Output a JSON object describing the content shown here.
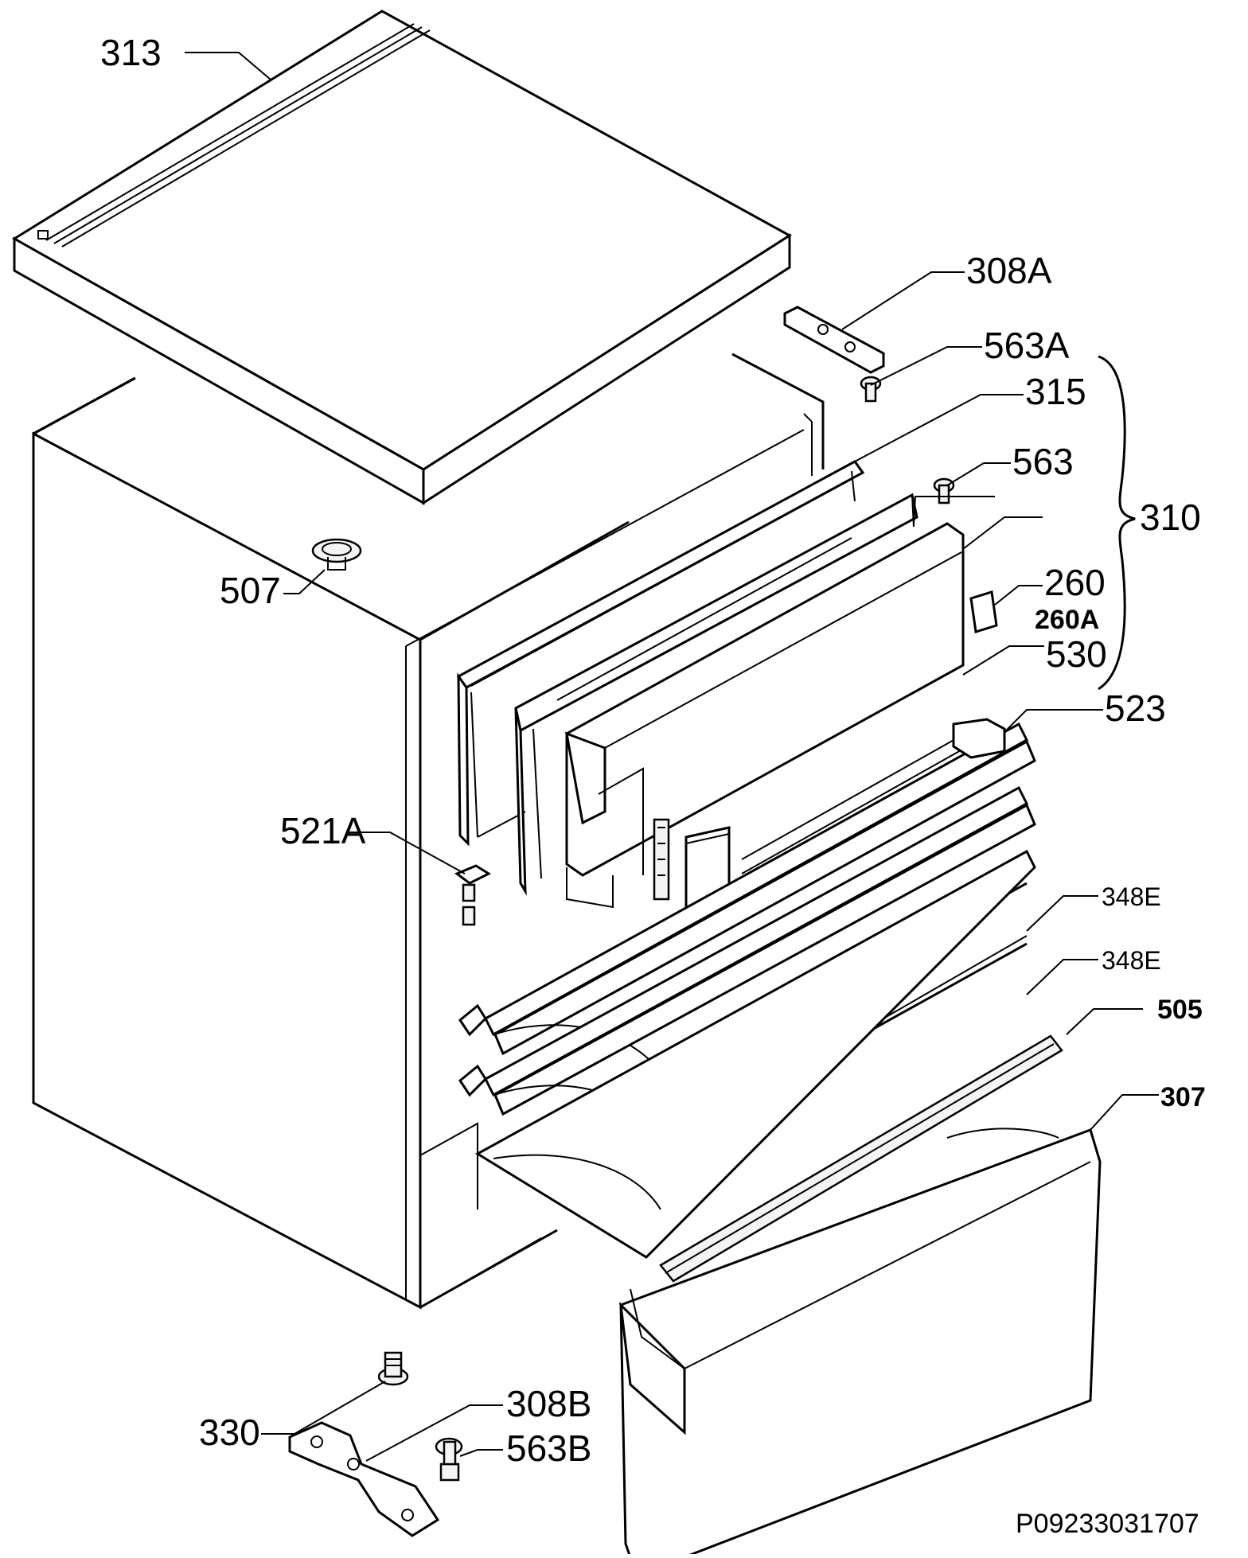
{
  "diagram": {
    "callouts": [
      {
        "id": "313",
        "label": "313"
      },
      {
        "id": "308A",
        "label": "308A"
      },
      {
        "id": "563A",
        "label": "563A"
      },
      {
        "id": "315",
        "label": "315"
      },
      {
        "id": "563",
        "label": "563"
      },
      {
        "id": "310",
        "label": "310"
      },
      {
        "id": "507",
        "label": "507"
      },
      {
        "id": "260",
        "label": "260"
      },
      {
        "id": "260A",
        "label": "260A"
      },
      {
        "id": "530",
        "label": "530"
      },
      {
        "id": "523",
        "label": "523"
      },
      {
        "id": "521A",
        "label": "521A"
      },
      {
        "id": "348E_1",
        "label": "348E"
      },
      {
        "id": "348E_2",
        "label": "348E"
      },
      {
        "id": "505",
        "label": "505"
      },
      {
        "id": "307",
        "label": "307"
      },
      {
        "id": "330",
        "label": "330"
      },
      {
        "id": "308B",
        "label": "308B"
      },
      {
        "id": "563B",
        "label": "563B"
      }
    ],
    "drawing_code": "P09233031707"
  }
}
